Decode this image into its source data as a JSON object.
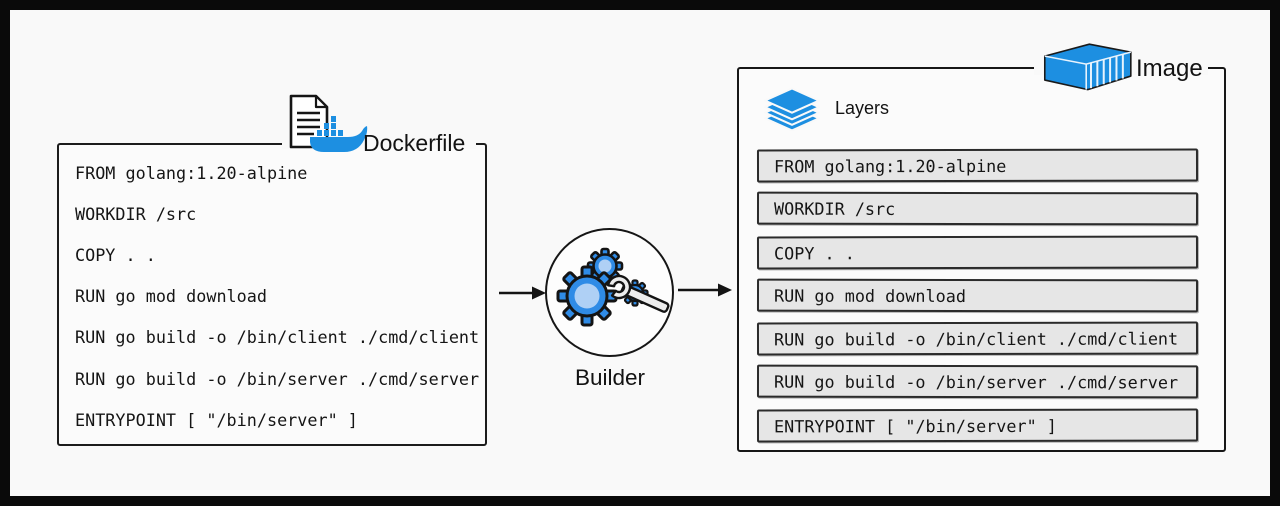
{
  "dockerfile": {
    "title": "Dockerfile",
    "lines": [
      "FROM golang:1.20-alpine",
      "WORKDIR /src",
      "COPY . .",
      "RUN go mod download",
      "RUN go build -o /bin/client ./cmd/client",
      "RUN go build -o /bin/server ./cmd/server",
      "ENTRYPOINT [ \"/bin/server\" ]"
    ]
  },
  "builder": {
    "label": "Builder"
  },
  "image": {
    "title": "Image",
    "layers_label": "Layers",
    "layers": [
      "FROM golang:1.20-alpine",
      "WORKDIR /src",
      "COPY . .",
      "RUN go mod download",
      "RUN go build -o /bin/client ./cmd/client",
      "RUN go build -o /bin/server ./cmd/server",
      "ENTRYPOINT [ \"/bin/server\" ]"
    ]
  },
  "icons": {
    "file": "file-icon",
    "docker_whale": "docker-whale-icon",
    "builder_gears": "gears-wrench-icon",
    "layers": "layers-icon",
    "container": "container-icon",
    "arrows": "arrow-right-icon"
  },
  "colors": {
    "docker_blue": "#1D8FE1",
    "gear_light_blue": "#AFD0F5",
    "ink": "#161616",
    "layer_row_fill": "#E6E6E6",
    "background": "#F9F9F9",
    "frame": "#0A0A0A"
  }
}
